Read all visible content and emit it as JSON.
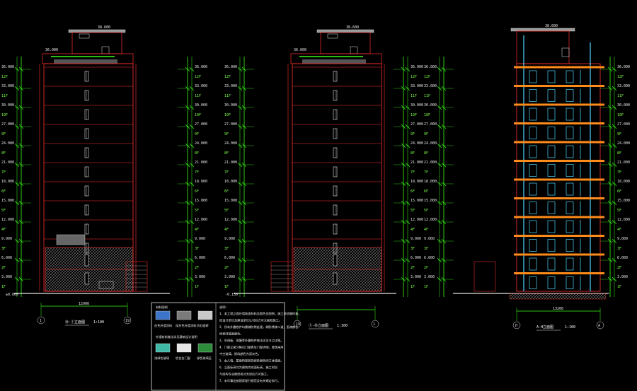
{
  "colors": {
    "background": "#000000",
    "dimension_green": "#39ff14",
    "wall_outline": "#ff3030",
    "floor_orange": "#ff8c1a",
    "glass_cyan": "#4fd6ff",
    "window_white": "#e6e6e6",
    "brick_hatch": "#c9c9c9",
    "panel_bg": "#000000"
  },
  "drawing": {
    "view_1_title": "⑲-①立面图",
    "view_1_scale": "1:100",
    "view_2_title": "①-⑲立面图",
    "view_2_scale": "1:100",
    "view_3_title": "A-H立面图",
    "view_3_scale": "1:100",
    "axis_1_left": "1",
    "axis_1_right": "19",
    "axis_2_left": "19",
    "axis_2_right": "1",
    "axis_3_left": "H",
    "axis_3_right": "A",
    "overall_dim_1": "12900",
    "overall_dim_3": "13200",
    "roof_top_elev": "38.600",
    "parapet_elev": "36.000",
    "ground_elev": "±0.000",
    "outdoor_elev": "-0.150",
    "levels": [
      "3.000",
      "6.000",
      "9.000",
      "12.000",
      "15.000",
      "18.000",
      "21.000",
      "24.000",
      "27.000",
      "30.000",
      "33.000",
      "36.000"
    ],
    "floor_tags": [
      "1F",
      "2F",
      "3F",
      "4F",
      "5F",
      "6F",
      "7F",
      "8F",
      "9F",
      "10F",
      "11F",
      "12F"
    ]
  },
  "legend": {
    "title": "材料图例",
    "swatches": [
      {
        "name": "白色外墙涂料",
        "color": "#3b74c9"
      },
      {
        "name": "深灰色外墙涂料",
        "color": "#7a7a7a"
      },
      {
        "name": "仿石面砖",
        "color": "#c9c9c9"
      },
      {
        "name": "浅绿色玻璃",
        "color": "#3fb8a6"
      },
      {
        "name": "铝合金门窗",
        "color": "#e6e6e6"
      },
      {
        "name": "绿色琉璃瓦",
        "color": "#2c8c3a"
      }
    ],
    "caption": "外墙材料做法详见建筑设计说明",
    "notes_title": "说明：",
    "notes": [
      "1、本工程立面外墙饰面材料及颜色见图例，施工前须做样板，",
      "经设计单位及建设单位认可后方可大面积施工。",
      "2、所有外露铁件均需做防锈处理，刷防锈漆二道，面漆颜色",
      "同相邻墙面颜色。",
      "3、空调板、雨篷等外露构件做法详见节点详图。",
      "4、门窗立面分格见门窗表及门窗详图，玻璃采用",
      "中空玻璃，框料颜色为深灰色。",
      "5、女儿墙、屋面构架装饰线条颜色同主体墙面。",
      "6、立面标高均为建筑完成面标高，施工时应",
      "与结构专业图纸核对无误后方可施工。",
      "7、未尽事宜按国家现行规范及有关规定执行。"
    ]
  }
}
